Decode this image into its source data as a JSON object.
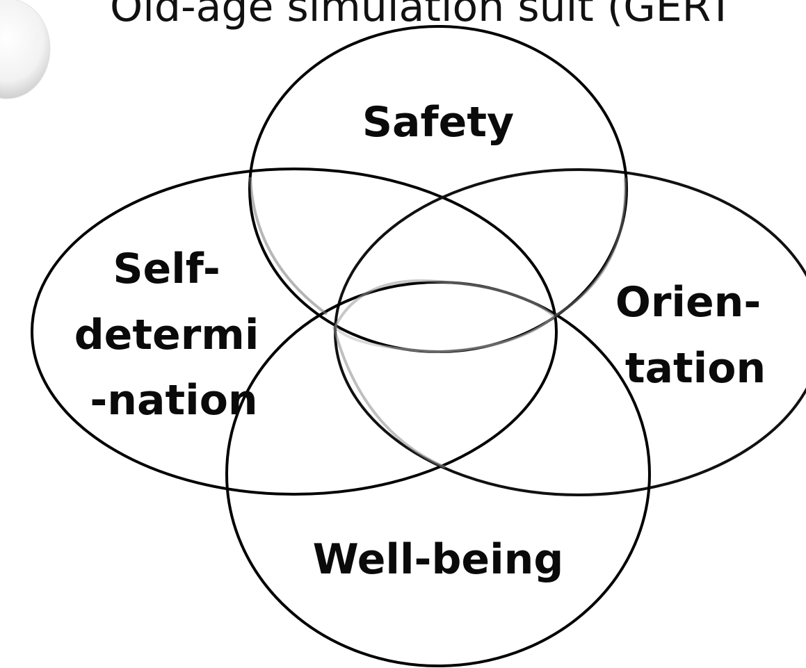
{
  "slide": {
    "title": "Old-age simulation suit (GERT"
  },
  "diagram": {
    "type": "venn",
    "sets": [
      {
        "id": "safety",
        "lines": [
          "Safety"
        ]
      },
      {
        "id": "self-determination",
        "lines": [
          "Self-",
          "determi",
          "-nation"
        ]
      },
      {
        "id": "orientation",
        "lines": [
          "Orien-",
          "tation"
        ]
      },
      {
        "id": "well-being",
        "lines": [
          "Well-being"
        ]
      }
    ]
  }
}
